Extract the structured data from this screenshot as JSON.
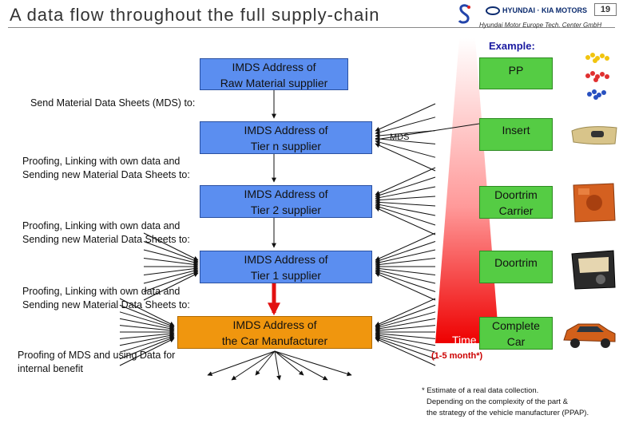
{
  "header": {
    "title": "A data flow throughout the full supply-chain",
    "page_number": "19",
    "brand": "HYUNDAI · KIA MOTORS",
    "company": "Hyundai Motor Europe Tech. Center GmbH"
  },
  "example_label": "Example:",
  "flow_boxes": [
    {
      "lines": [
        "IMDS Address of",
        "Raw Material supplier"
      ]
    },
    {
      "lines": [
        "IMDS Address of",
        "Tier n supplier"
      ]
    },
    {
      "lines": [
        "IMDS Address of",
        "Tier 2 supplier"
      ]
    },
    {
      "lines": [
        "IMDS Address of",
        "Tier 1 supplier"
      ]
    },
    {
      "lines": [
        "IMDS Address of",
        "the Car Manufacturer"
      ]
    }
  ],
  "side_labels": [
    {
      "lines": [
        "Send Material Data Sheets (MDS) to:"
      ]
    },
    {
      "lines": [
        "Proofing, Linking with own data and",
        "Sending new Material Data Sheets to:"
      ]
    },
    {
      "lines": [
        "Proofing, Linking with own data and",
        "Sending new Material Data Sheets to:"
      ]
    },
    {
      "lines": [
        "Proofing, Linking with own data and",
        "Sending new Material Data Sheets to:"
      ]
    },
    {
      "lines": [
        "Proofing of MDS and using Data for",
        "internal benefit"
      ]
    }
  ],
  "mds_label": "MDS",
  "example_parts": [
    {
      "lines": [
        "PP"
      ]
    },
    {
      "lines": [
        "Insert"
      ]
    },
    {
      "lines": [
        "Doortrim",
        "Carrier"
      ]
    },
    {
      "lines": [
        "Doortrim"
      ]
    },
    {
      "lines": [
        "Complete",
        "Car"
      ]
    }
  ],
  "time_label": "Time",
  "time_sub": "(1-5 month*)",
  "footnote": [
    "* Estimate of a real data collection.",
    "Depending on the complexity of the part &",
    "the strategy of the vehicle manufacturer (PPAP)."
  ],
  "colors": {
    "blue_box": "#5b8ef0",
    "green_box": "#55cc44",
    "orange_box": "#f0960e",
    "time_gradient_top": "#ffffff",
    "time_gradient_bottom": "#ee0000"
  }
}
